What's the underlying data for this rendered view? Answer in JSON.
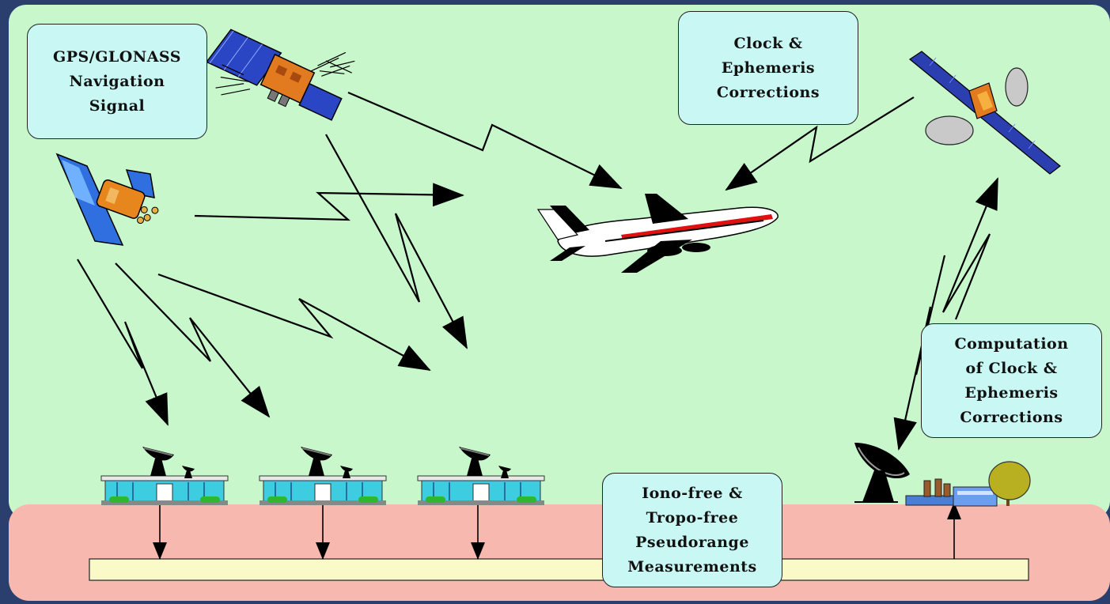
{
  "labels": {
    "nav_signal": [
      "GPS/GLONASS",
      "Navigation",
      "Signal"
    ],
    "corrections": [
      "Clock &",
      "Ephemeris",
      "Corrections"
    ],
    "computation": [
      "Computation",
      "of Clock &",
      "Ephemeris",
      "Corrections"
    ],
    "measurements": [
      "Iono-free &",
      "Tropo-free",
      "Pseudorange",
      "Measurements"
    ]
  },
  "colors": {
    "frame": "#2b3f6e",
    "sky": "#c8f7cc",
    "ground": "#f7b8b0",
    "bar": "#fafac8",
    "box": "#c8f7f4"
  },
  "icons": [
    "gps-satellite-icon",
    "glonass-satellite-icon",
    "geostationary-satellite-icon",
    "airliner-icon",
    "reference-station-icon",
    "master-station-icon"
  ]
}
